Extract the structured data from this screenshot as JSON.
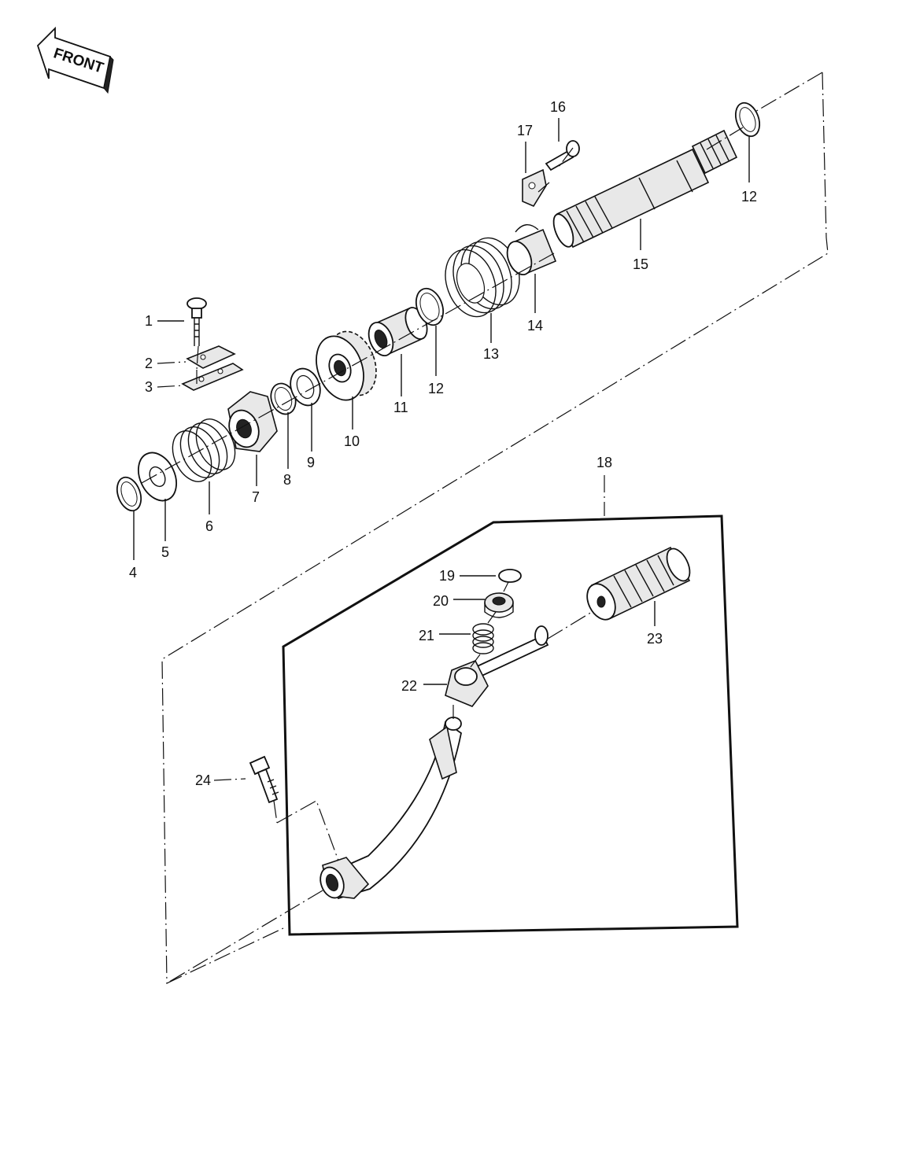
{
  "badge": {
    "text": "FRONT"
  },
  "labels": [
    "1",
    "2",
    "3",
    "4",
    "5",
    "6",
    "7",
    "8",
    "9",
    "10",
    "11",
    "12",
    "13",
    "14",
    "15",
    "16",
    "17",
    "12",
    "18",
    "19",
    "20",
    "21",
    "22",
    "23",
    "24"
  ]
}
